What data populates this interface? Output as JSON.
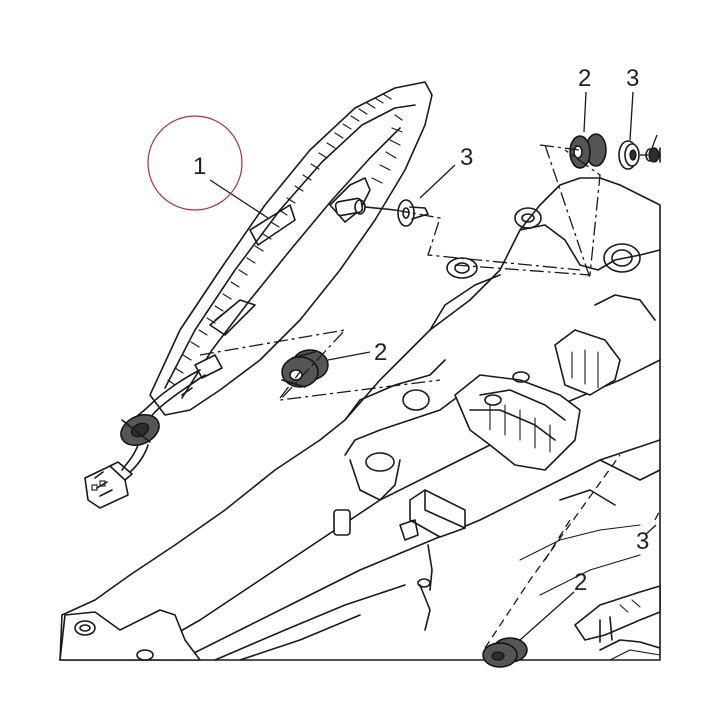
{
  "diagram": {
    "highlight_color": "#b0303a",
    "line_color": "#1a1a1a",
    "rubber_color": "#555555",
    "callouts": {
      "part_1": "1",
      "part_2_top": "2",
      "part_3_top": "3",
      "part_3_mid": "3",
      "part_2_mid": "2",
      "part_3_right": "3",
      "part_2_bottom": "2"
    }
  }
}
